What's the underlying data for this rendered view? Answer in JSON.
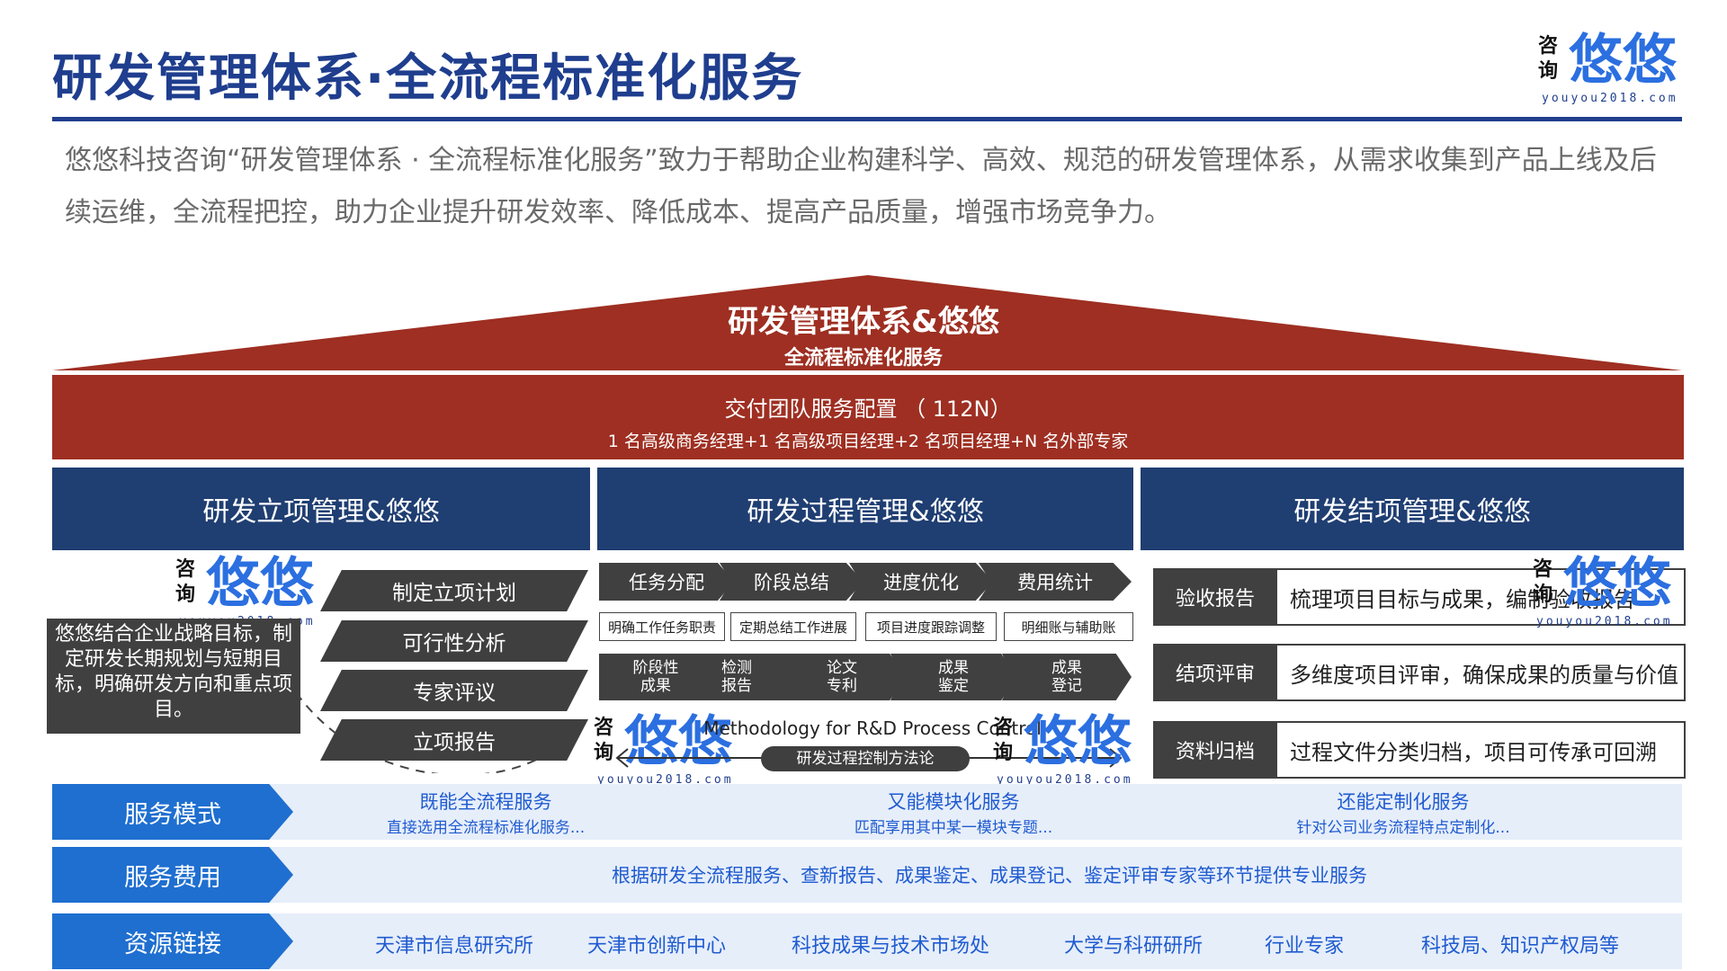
{
  "header": {
    "title": "研发管理体系·全流程标准化服务",
    "logo": {
      "consult": "咨询",
      "brand": "悠悠",
      "url": "youyou2018.com"
    }
  },
  "intro": "悠悠科技咨询“研发管理体系 · 全流程标准化服务”致力于帮助企业构建科学、高效、规范的研发管理体系，从需求收集到产品上线及后续运维，全流程把控，助力企业提升研发效率、降低成本、提高产品质量，增强市场竞争力。",
  "roof": {
    "title": "研发管理体系&悠悠",
    "subtitle": "全流程标准化服务"
  },
  "team": {
    "title": "交付团队服务配置 （ 112N）",
    "detail": "1 名高级商务经理+1 名高级项目经理+2 名项目经理+N 名外部专家"
  },
  "columns": [
    "研发立项管理&悠悠",
    "研发过程管理&悠悠",
    "研发结项管理&悠悠"
  ],
  "initiation": {
    "note": "悠悠结合企业战略目标，制定研发长期规划与短期目标，明确研发方向和重点项目。",
    "steps": [
      "制定立项计划",
      "可行性分析",
      "专家评议",
      "立项报告"
    ]
  },
  "process": {
    "top_steps": [
      "任务分配",
      "阶段总结",
      "进度优化",
      "费用统计"
    ],
    "tags": [
      "明确工作任务职责",
      "定期总结工作进展",
      "项目进度跟踪调整",
      "明细账与辅助账"
    ],
    "bottom_steps": [
      [
        "阶段性",
        "成果"
      ],
      [
        "检测",
        "报告"
      ],
      [
        "论文",
        "专利"
      ],
      [
        "成果",
        "鉴定"
      ],
      [
        "成果",
        "登记"
      ]
    ],
    "methodology_en": "Methodology for R&D Process Control",
    "methodology_cn": "研发过程控制方法论"
  },
  "closure": {
    "rows": [
      {
        "label": "验收报告",
        "text": "梳理项目目标与成果，编制验收报告"
      },
      {
        "label": "结项评审",
        "text": "多维度项目评审，确保成果的质量与价值"
      },
      {
        "label": "资料归档",
        "text": "过程文件分类归档，项目可传承可回溯"
      }
    ]
  },
  "service_mode": {
    "label": "服务模式",
    "items": [
      {
        "title": "既能全流程服务",
        "desc": "直接选用全流程标准化服务..."
      },
      {
        "title": "又能模块化服务",
        "desc": "匹配享用其中某一模块专题..."
      },
      {
        "title": "还能定制化服务",
        "desc": "针对公司业务流程特点定制化..."
      }
    ]
  },
  "service_fee": {
    "label": "服务费用",
    "text": "根据研发全流程服务、查新报告、成果鉴定、成果登记、鉴定评审专家等环节提供专业服务"
  },
  "resources": {
    "label": "资源链接",
    "items": [
      "天津市信息研究所",
      "天津市创新中心",
      "科技成果与技术市场处",
      "大学与科研研所",
      "行业专家",
      "科技局、知识产权局等"
    ]
  },
  "colors": {
    "navy": "#1f3e8e",
    "red": "#9e2f22",
    "dark": "#404040",
    "blue": "#1f6fd0",
    "band": "#e6eefa"
  }
}
